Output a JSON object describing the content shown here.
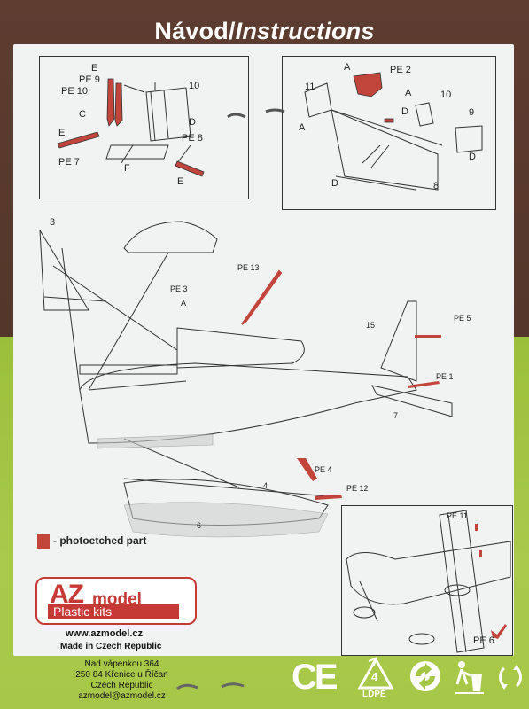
{
  "header": {
    "title_plain": "Návod/",
    "title_italic": "Instructions"
  },
  "inset_left": {
    "labels": [
      "E",
      "PE 9",
      "PE 10",
      "C",
      "E",
      "PE 7",
      "10",
      "D",
      "PE 8",
      "F",
      "E"
    ]
  },
  "inset_right": {
    "labels": [
      "A",
      "PE 2",
      "11",
      "A",
      "A",
      "D",
      "10",
      "9",
      "D",
      "D",
      "8"
    ]
  },
  "main_view": {
    "labels": [
      "3",
      "PE 3",
      "A",
      "PE 13",
      "15",
      "PE 5",
      "PE 1",
      "7",
      "PE 4",
      "4",
      "PE 12",
      "6"
    ]
  },
  "inset_bottom": {
    "labels": [
      "PE 11",
      "PE 6"
    ]
  },
  "legend": {
    "swatch_color": "#c2453b",
    "text": "- photoetched part"
  },
  "branding": {
    "logo_az": "AZ",
    "logo_model": "model",
    "logo_sub": "Plastic kits",
    "website": "www.azmodel.cz",
    "made_in": "Made in Czech Republic"
  },
  "address": {
    "line1": "Nad vápenkou 364",
    "line2": "250 84 Křenice u Říčan",
    "line3": "Czech Republic",
    "email": "azmodel@azmodel.cz"
  },
  "symbols": {
    "ce": "CE",
    "recycle_number": "4",
    "recycle_code": "LDPE"
  },
  "colors": {
    "photoetch_red": "#c2453b",
    "brand_red": "#c63a35",
    "background_brown": "#5a3b2e",
    "background_green": "#a6c646"
  }
}
